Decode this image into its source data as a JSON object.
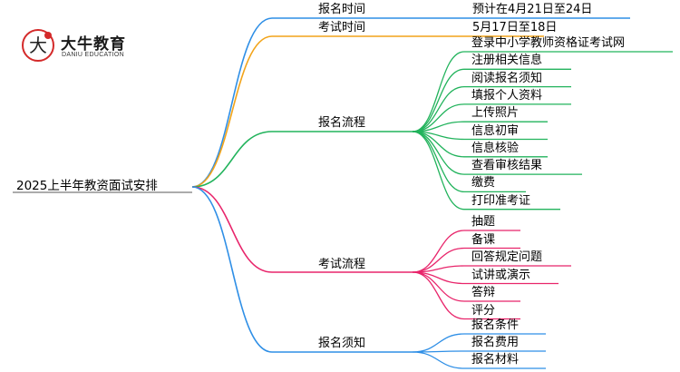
{
  "logo": {
    "title": "大牛教育",
    "subtitle": "DANIU EDUCATION"
  },
  "root": "2025上半年教资面试安排",
  "branches": {
    "registration_time": {
      "label": "报名时间",
      "value": "预计在4月21日至24日",
      "color": "#2f8fe6"
    },
    "exam_time": {
      "label": "考试时间",
      "value": "5月17日至18日",
      "color": "#f2a41a"
    },
    "registration_process": {
      "label": "报名流程",
      "color": "#22b35c",
      "items": [
        "登录中小学教师资格证考试网",
        "注册相关信息",
        "阅读报名须知",
        "填报个人资料",
        "上传照片",
        "信息初审",
        "信息核验",
        "查看审核结果",
        "缴费",
        "打印准考证"
      ]
    },
    "exam_process": {
      "label": "考试流程",
      "color": "#e8256b",
      "items": [
        "抽题",
        "备课",
        "回答规定问题",
        "试讲或演示",
        "答辩",
        "评分"
      ]
    },
    "registration_notes": {
      "label": "报名须知",
      "color": "#2f8fe6",
      "items": [
        "报名条件",
        "报名费用",
        "报名材料"
      ]
    }
  }
}
